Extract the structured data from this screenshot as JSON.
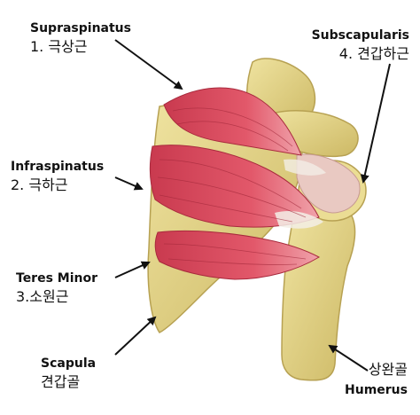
{
  "labels": {
    "supraspinatus": {
      "en": "Supraspinatus",
      "ko": "1. 극상근"
    },
    "subscapularis": {
      "en": "Subscapularis",
      "ko": "4. 견갑하근"
    },
    "infraspinatus": {
      "en": "Infraspinatus",
      "ko": "2. 극하근"
    },
    "teres_minor": {
      "en": "Teres Minor",
      "ko": "3.소원근"
    },
    "scapula": {
      "en": "Scapula",
      "ko": "견갑골"
    },
    "humerus": {
      "en": "Humerus",
      "ko": "상완골"
    }
  },
  "colors": {
    "muscle": "#d9475a",
    "muscle_dark": "#b22f43",
    "bone": "#e6d98a",
    "bone_shade": "#c9b560",
    "tendon": "#f3eee6",
    "arrow": "#111111"
  },
  "icons": {
    "arrow": "arrow-pointer-icon",
    "anatomy": "shoulder-rotator-cuff-illustration"
  }
}
